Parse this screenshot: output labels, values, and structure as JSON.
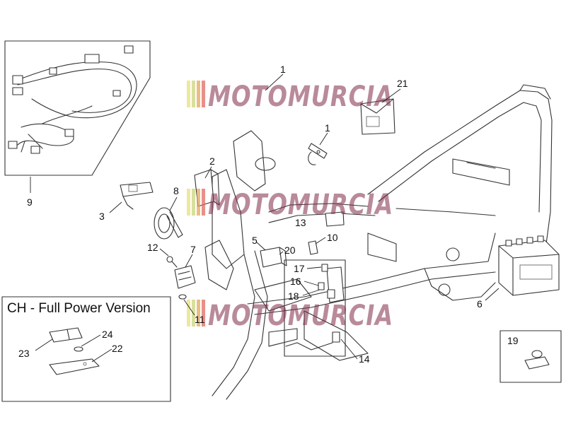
{
  "diagram": {
    "inset_title": "CH - Full Power Version",
    "watermark": "MOTOMURCIA",
    "watermark_colors": [
      "#e8e07a",
      "#c9d67c",
      "#e4a65a",
      "#e26a63"
    ],
    "callouts": [
      {
        "id": "c1a",
        "label": "1"
      },
      {
        "id": "c1b",
        "label": "1"
      },
      {
        "id": "c2",
        "label": "2"
      },
      {
        "id": "c3",
        "label": "3"
      },
      {
        "id": "c5",
        "label": "5"
      },
      {
        "id": "c6",
        "label": "6"
      },
      {
        "id": "c7",
        "label": "7"
      },
      {
        "id": "c8",
        "label": "8"
      },
      {
        "id": "c9",
        "label": "9"
      },
      {
        "id": "c10",
        "label": "10"
      },
      {
        "id": "c11",
        "label": "11"
      },
      {
        "id": "c12",
        "label": "12"
      },
      {
        "id": "c13",
        "label": "13"
      },
      {
        "id": "c14",
        "label": "14"
      },
      {
        "id": "c16",
        "label": "16"
      },
      {
        "id": "c17",
        "label": "17"
      },
      {
        "id": "c18",
        "label": "18"
      },
      {
        "id": "c19",
        "label": "19"
      },
      {
        "id": "c20",
        "label": "20"
      },
      {
        "id": "c21",
        "label": "21"
      },
      {
        "id": "c22",
        "label": "22"
      },
      {
        "id": "c23",
        "label": "23"
      },
      {
        "id": "c24",
        "label": "24"
      }
    ]
  }
}
